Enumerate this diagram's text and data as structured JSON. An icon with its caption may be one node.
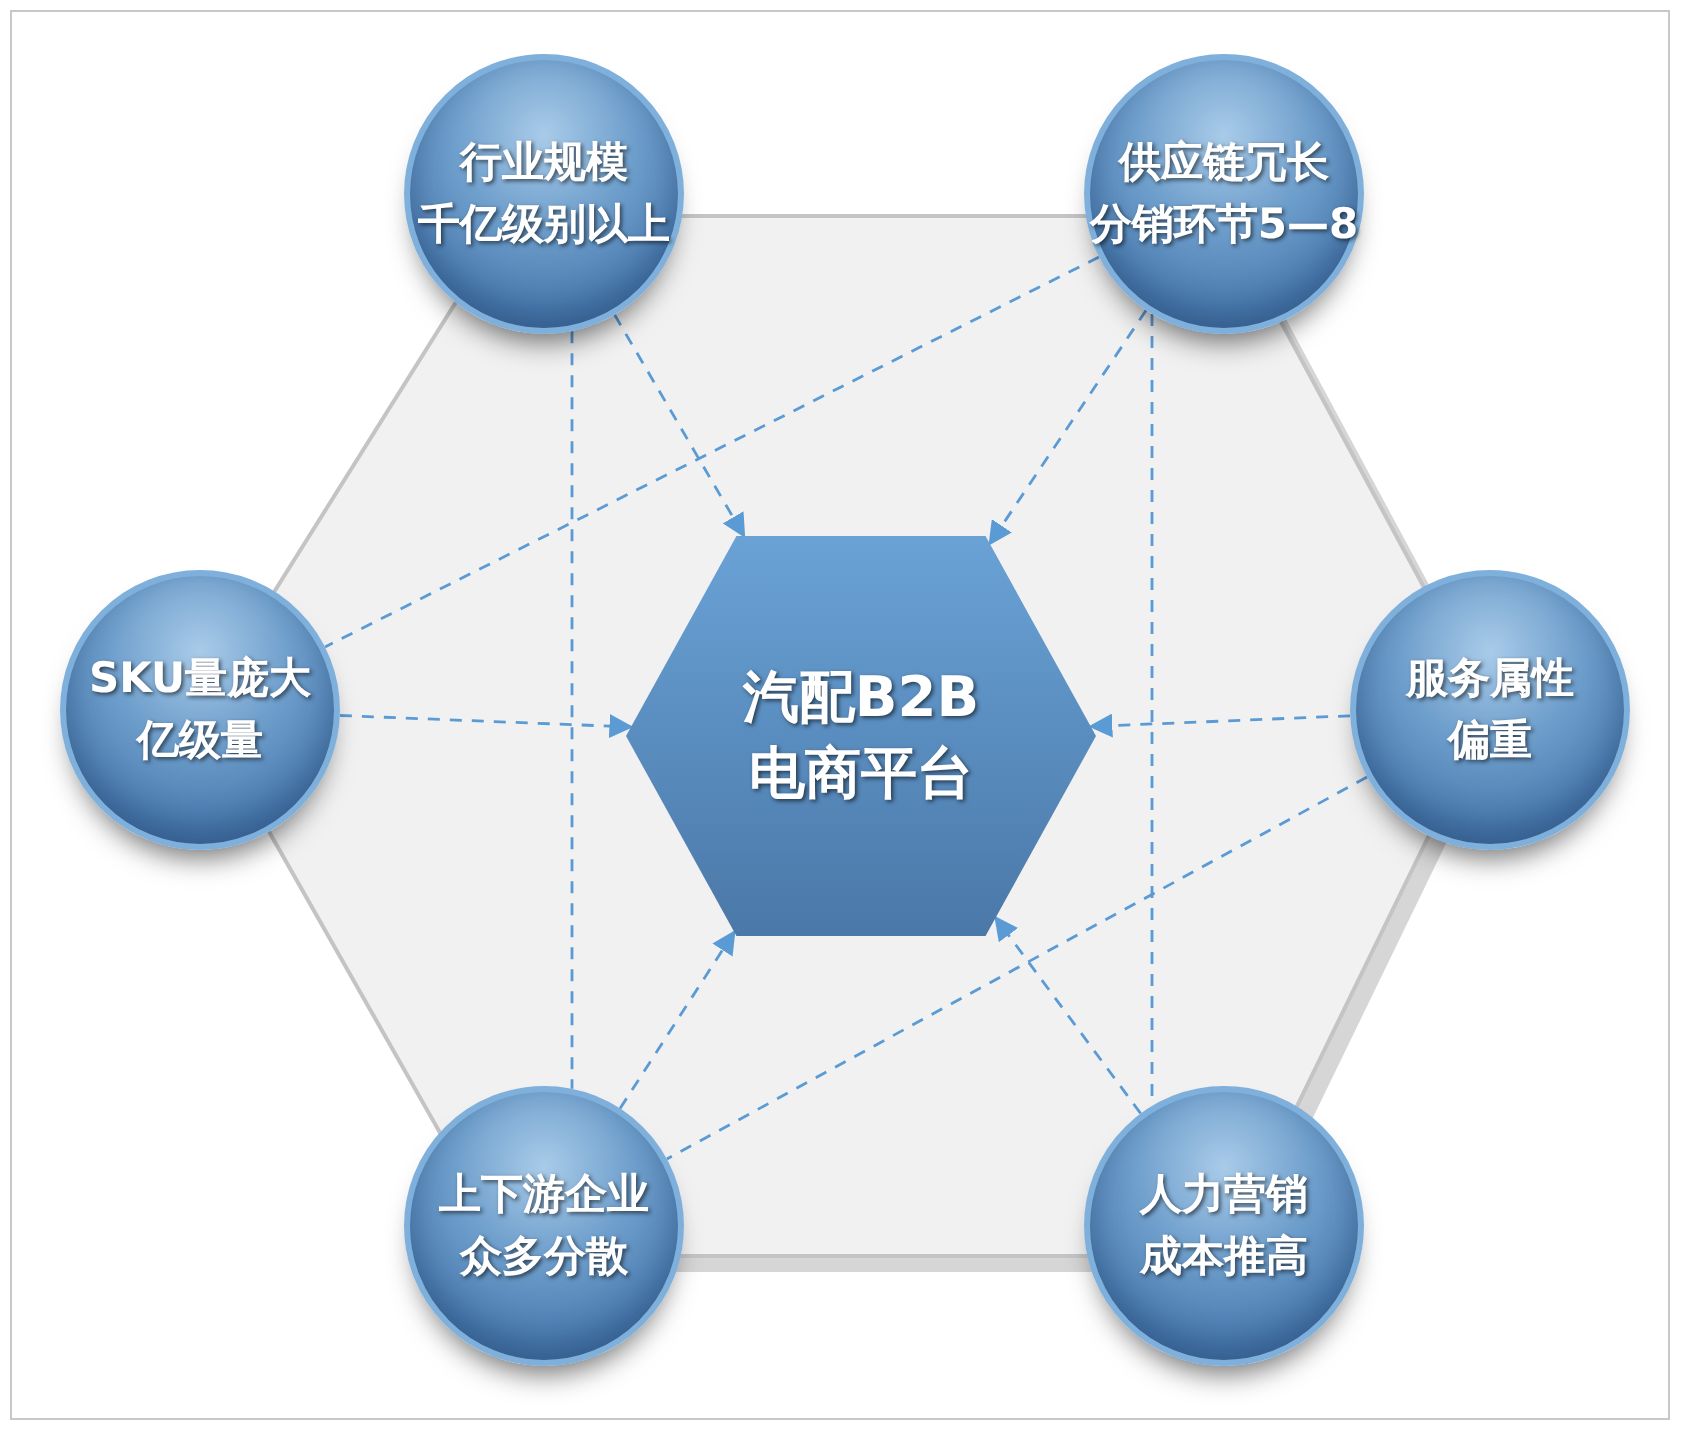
{
  "diagram": {
    "nodes": [
      {
        "text": [
          "行业规模",
          "千亿级别以上"
        ]
      },
      {
        "text": [
          "供应链冗长",
          "分销环节5—8"
        ]
      },
      {
        "text": [
          "SKU量庞大",
          "亿级量"
        ]
      },
      {
        "text": [
          "汽配B2B",
          "电商平台"
        ]
      },
      {
        "text": [
          "服务属性",
          "偏重"
        ]
      },
      {
        "text": [
          "上下游企业",
          "众多分散"
        ]
      },
      {
        "text": [
          "人力营销",
          "成本推高"
        ]
      }
    ],
    "edges": [
      {
        "from": 0,
        "to": 3,
        "arrow": "to",
        "style": "dashed"
      },
      {
        "from": 1,
        "to": 3,
        "arrow": "to",
        "style": "dashed"
      },
      {
        "from": 2,
        "to": 3,
        "arrow": "to",
        "style": "dashed"
      },
      {
        "from": 4,
        "to": 3,
        "arrow": "to",
        "style": "dashed"
      },
      {
        "from": 5,
        "to": 3,
        "arrow": "to",
        "style": "dashed"
      },
      {
        "from": 6,
        "to": 3,
        "arrow": "to",
        "style": "dashed"
      },
      {
        "from": 1,
        "to": 2,
        "arrow": "none",
        "style": "dashed"
      },
      {
        "from": 4,
        "to": 5,
        "arrow": "none",
        "style": "dashed"
      },
      {
        "from": 0,
        "to": 5,
        "arrow": "none",
        "style": "dashed"
      },
      {
        "from": 1,
        "to": 6,
        "arrow": "none",
        "style": "dashed"
      }
    ]
  }
}
